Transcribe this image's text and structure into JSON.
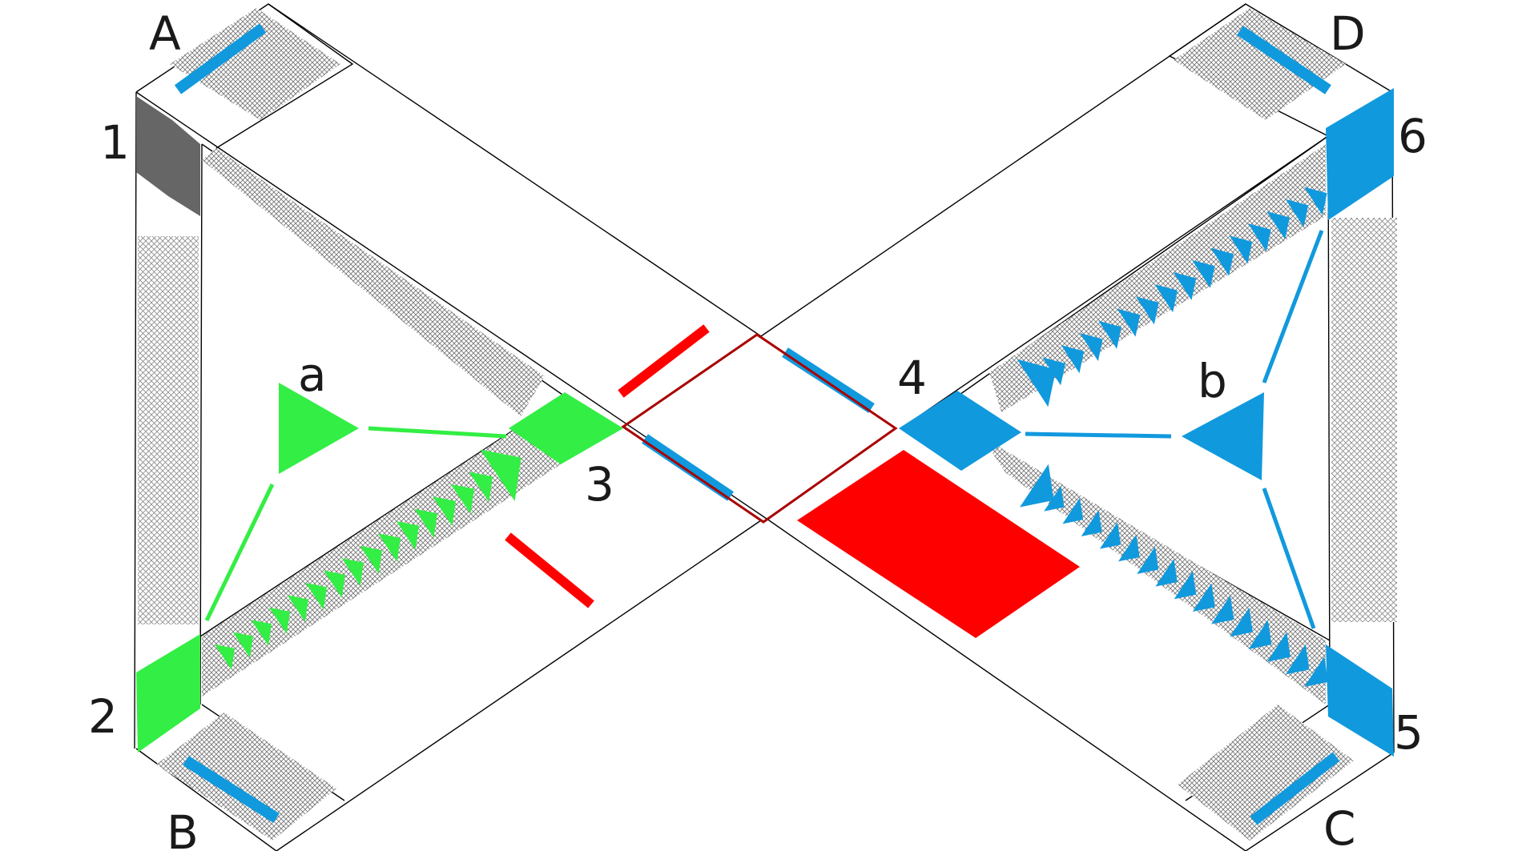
{
  "labels": {
    "corner_a": "A",
    "corner_b": "B",
    "corner_c": "C",
    "corner_d": "D",
    "port_1": "1",
    "port_2": "2",
    "port_3": "3",
    "port_4": "4",
    "port_5": "5",
    "port_6": "6",
    "source_a": "a",
    "source_b": "b"
  },
  "colors": {
    "green": "#33ee44",
    "blue": "#1199dd",
    "red": "#ff0000",
    "dark_red": "#aa0000",
    "gray": "#666666",
    "outline": "#000000",
    "hatch": "#777777"
  }
}
